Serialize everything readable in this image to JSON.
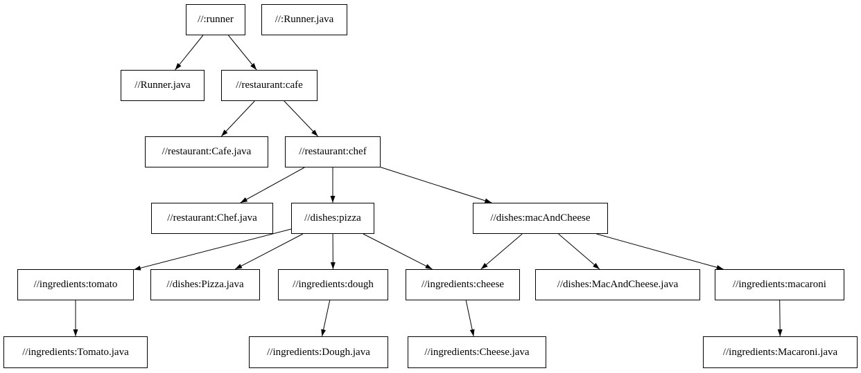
{
  "graph": {
    "title": "",
    "colors": {
      "background": "#ffffff",
      "node_fill": "#ffffff",
      "node_border": "#000000",
      "edge": "#000000",
      "text": "#000000"
    },
    "nodes": [
      {
        "id": "runner",
        "label": "//:runner"
      },
      {
        "id": "runner-java-root",
        "label": "//:Runner.java"
      },
      {
        "id": "runner-java",
        "label": "//Runner.java"
      },
      {
        "id": "cafe",
        "label": "//restaurant:cafe"
      },
      {
        "id": "cafe-java",
        "label": "//restaurant:Cafe.java"
      },
      {
        "id": "chef",
        "label": "//restaurant:chef"
      },
      {
        "id": "chef-java",
        "label": "//restaurant:Chef.java"
      },
      {
        "id": "pizza",
        "label": "//dishes:pizza"
      },
      {
        "id": "mac-and-cheese",
        "label": "//dishes:macAndCheese"
      },
      {
        "id": "tomato",
        "label": "//ingredients:tomato"
      },
      {
        "id": "pizza-java",
        "label": "//dishes:Pizza.java"
      },
      {
        "id": "dough",
        "label": "//ingredients:dough"
      },
      {
        "id": "cheese",
        "label": "//ingredients:cheese"
      },
      {
        "id": "mac-and-cheese-java",
        "label": "//dishes:MacAndCheese.java"
      },
      {
        "id": "macaroni",
        "label": "//ingredients:macaroni"
      },
      {
        "id": "tomato-java",
        "label": "//ingredients:Tomato.java"
      },
      {
        "id": "dough-java",
        "label": "//ingredients:Dough.java"
      },
      {
        "id": "cheese-java",
        "label": "//ingredients:Cheese.java"
      },
      {
        "id": "macaroni-java",
        "label": "//ingredients:Macaroni.java"
      }
    ],
    "edges": [
      {
        "from": "runner",
        "to": "runner-java"
      },
      {
        "from": "runner",
        "to": "cafe"
      },
      {
        "from": "cafe",
        "to": "cafe-java"
      },
      {
        "from": "cafe",
        "to": "chef"
      },
      {
        "from": "chef",
        "to": "chef-java"
      },
      {
        "from": "chef",
        "to": "pizza"
      },
      {
        "from": "chef",
        "to": "mac-and-cheese"
      },
      {
        "from": "pizza",
        "to": "tomato"
      },
      {
        "from": "pizza",
        "to": "pizza-java"
      },
      {
        "from": "pizza",
        "to": "dough"
      },
      {
        "from": "pizza",
        "to": "cheese"
      },
      {
        "from": "mac-and-cheese",
        "to": "cheese"
      },
      {
        "from": "mac-and-cheese",
        "to": "mac-and-cheese-java"
      },
      {
        "from": "mac-and-cheese",
        "to": "macaroni"
      },
      {
        "from": "tomato",
        "to": "tomato-java"
      },
      {
        "from": "dough",
        "to": "dough-java"
      },
      {
        "from": "cheese",
        "to": "cheese-java"
      },
      {
        "from": "macaroni",
        "to": "macaroni-java"
      }
    ]
  }
}
